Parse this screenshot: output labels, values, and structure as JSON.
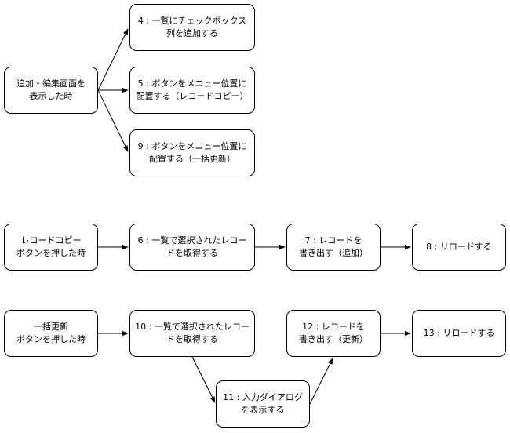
{
  "nodes": {
    "add_edit": [
      "追加・編集画面を",
      "表示した時"
    ],
    "step4": [
      "4 : 一覧にチェックボックス",
      "列を追加する"
    ],
    "step5": [
      "5 : ボタンをメニュー位置に",
      "配置する（レコードコピー）"
    ],
    "step9": [
      "9 : ボタンをメニュー位置に",
      "配置する（一括更新）"
    ],
    "copy_btn": [
      "レコードコピー",
      "ボタンを押した時"
    ],
    "step6": [
      "6 : 一覧で選択されたレコー",
      "ドを取得する"
    ],
    "step7": [
      "7 : レコードを",
      "書き出す（追加）"
    ],
    "step8": [
      "8 : リロードする"
    ],
    "bulk_btn": [
      "一括更新",
      "ボタンを押した時"
    ],
    "step10": [
      "10 : 一覧で選択されたレコー",
      "ドを取得する"
    ],
    "step11": [
      "11 : 入力ダイアログ",
      "を表示する"
    ],
    "step12": [
      "12 : レコードを",
      "書き出す（更新）"
    ],
    "step13": [
      "13 : リロードする"
    ]
  },
  "edges": [
    {
      "from": "add_edit",
      "to": "step4"
    },
    {
      "from": "add_edit",
      "to": "step5"
    },
    {
      "from": "add_edit",
      "to": "step9"
    },
    {
      "from": "copy_btn",
      "to": "step6"
    },
    {
      "from": "step6",
      "to": "step7"
    },
    {
      "from": "step7",
      "to": "step8"
    },
    {
      "from": "bulk_btn",
      "to": "step10"
    },
    {
      "from": "step10",
      "to": "step11"
    },
    {
      "from": "step11",
      "to": "step12"
    },
    {
      "from": "step12",
      "to": "step13"
    }
  ],
  "colors": {
    "stroke": "#000000",
    "fill": "#ffffff",
    "text": "#000000"
  }
}
